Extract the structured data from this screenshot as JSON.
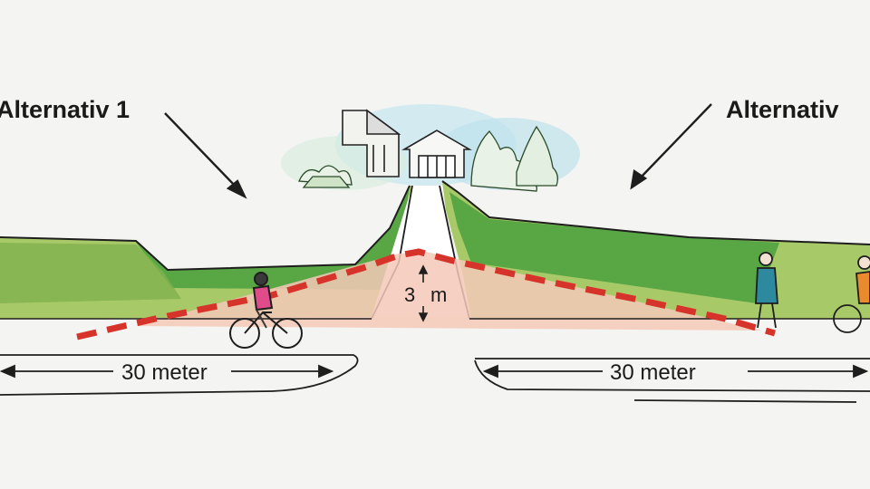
{
  "labels": {
    "alternative_left": "Alternativ 1",
    "alternative_right": "Alternativ"
  },
  "measurements": {
    "left_width": "30 meter",
    "right_width": "30 meter",
    "height_value": "3",
    "height_unit": "m"
  },
  "colors": {
    "background": "#f4f4f2",
    "grass_dark": "#3f9a3a",
    "grass_light": "#a8c968",
    "ground_pink": "#f4c9b8",
    "dashed_line": "#d6342a",
    "sky": "#bfe2ec"
  }
}
